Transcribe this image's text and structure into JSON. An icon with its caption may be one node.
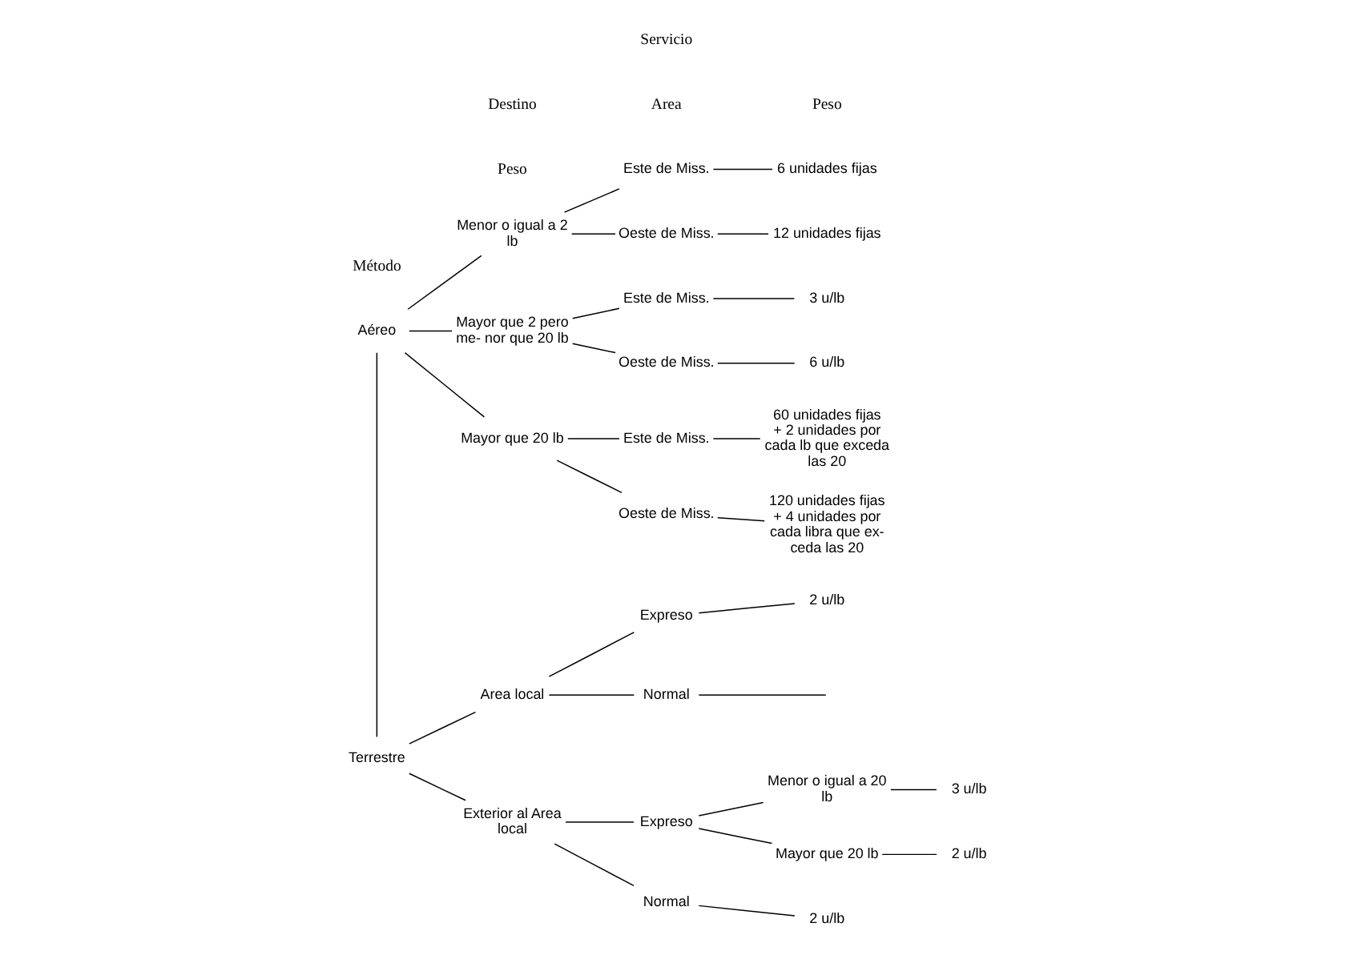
{
  "diagram": {
    "nodes": [
      {
        "text": [
          "Aéreo"
        ]
      },
      {
        "text": [
          "Terrestre"
        ]
      },
      {
        "text": [
          "Menor o igual a 2 lb"
        ]
      },
      {
        "text": [
          "Mayor que 2 pero me- nor que 20 lb"
        ]
      },
      {
        "text": [
          "Mayor que 20 lb"
        ]
      },
      {
        "text": [
          "Este de Miss."
        ]
      },
      {
        "text": [
          "Oeste de Miss."
        ]
      },
      {
        "text": [
          "Este de Miss."
        ]
      },
      {
        "text": [
          "Oeste de Miss."
        ]
      },
      {
        "text": [
          "Este de Miss."
        ]
      },
      {
        "text": [
          "Oeste de Miss."
        ]
      },
      {
        "text": [
          "6 unidades fijas"
        ]
      },
      {
        "text": [
          "12 unidades fijas"
        ]
      },
      {
        "text": [
          "3 u/lb"
        ]
      },
      {
        "text": [
          "6 u/lb"
        ]
      },
      {
        "text": [
          "60 unidades fijas + 2 unidades por cada lb que exceda las 20"
        ]
      },
      {
        "text": [
          "120 unidades fijas + 4 unidades por cada libra que ex- ceda las 20"
        ]
      },
      {
        "text": [
          "Area local"
        ]
      },
      {
        "text": [
          "Exterior al Area local"
        ]
      },
      {
        "text": [
          "Expreso"
        ]
      },
      {
        "text": [
          "Normal"
        ]
      },
      {
        "text": [
          "2 u/lb"
        ]
      },
      {
        "text": [
          "Expreso"
        ]
      },
      {
        "text": [
          "Normal"
        ]
      },
      {
        "text": [
          "Menor o igual a 20 lb"
        ]
      },
      {
        "text": [
          "Mayor que 20 lb"
        ]
      },
      {
        "text": [
          "3 u/lb"
        ]
      },
      {
        "text": [
          "2 u/lb"
        ]
      },
      {
        "text": [
          "2 u/lb"
        ]
      }
    ],
    "edges": [
      {
        "from": 0,
        "to": 1,
        "arrow": "none"
      },
      {
        "from": 0,
        "to": 2,
        "arrow": "none"
      },
      {
        "from": 0,
        "to": 3,
        "arrow": "none"
      },
      {
        "from": 0,
        "to": 4,
        "arrow": "none"
      },
      {
        "from": 2,
        "to": 5,
        "arrow": "none"
      },
      {
        "from": 2,
        "to": 6,
        "arrow": "none"
      },
      {
        "from": 3,
        "to": 7,
        "arrow": "none"
      },
      {
        "from": 3,
        "to": 8,
        "arrow": "none"
      },
      {
        "from": 4,
        "to": 9,
        "arrow": "none"
      },
      {
        "from": 4,
        "to": 10,
        "arrow": "none"
      },
      {
        "from": 5,
        "to": 11,
        "arrow": "none"
      },
      {
        "from": 6,
        "to": 12,
        "arrow": "none"
      },
      {
        "from": 7,
        "to": 13,
        "arrow": "none"
      },
      {
        "from": 8,
        "to": 14,
        "arrow": "none"
      },
      {
        "from": 9,
        "to": 15,
        "arrow": "none"
      },
      {
        "from": 10,
        "to": 16,
        "arrow": "none"
      },
      {
        "from": 1,
        "to": 17,
        "arrow": "none"
      },
      {
        "from": 1,
        "to": 18,
        "arrow": "none"
      },
      {
        "from": 17,
        "to": 19,
        "arrow": "none"
      },
      {
        "from": 17,
        "to": 20,
        "arrow": "none"
      },
      {
        "from": 19,
        "to": 21,
        "arrow": "none"
      },
      {
        "from": 20,
        "to": null,
        "arrow": "none"
      },
      {
        "from": 18,
        "to": 22,
        "arrow": "none"
      },
      {
        "from": 18,
        "to": 23,
        "arrow": "none"
      },
      {
        "from": 22,
        "to": 24,
        "arrow": "none"
      },
      {
        "from": 22,
        "to": 25,
        "arrow": "none"
      },
      {
        "from": 24,
        "to": 26,
        "arrow": "none"
      },
      {
        "from": 25,
        "to": 27,
        "arrow": "none"
      },
      {
        "from": 23,
        "to": 28,
        "arrow": "none"
      }
    ],
    "labels": [
      "Area",
      "Peso",
      "Método",
      "Servicio",
      "Destino",
      "Peso"
    ]
  }
}
